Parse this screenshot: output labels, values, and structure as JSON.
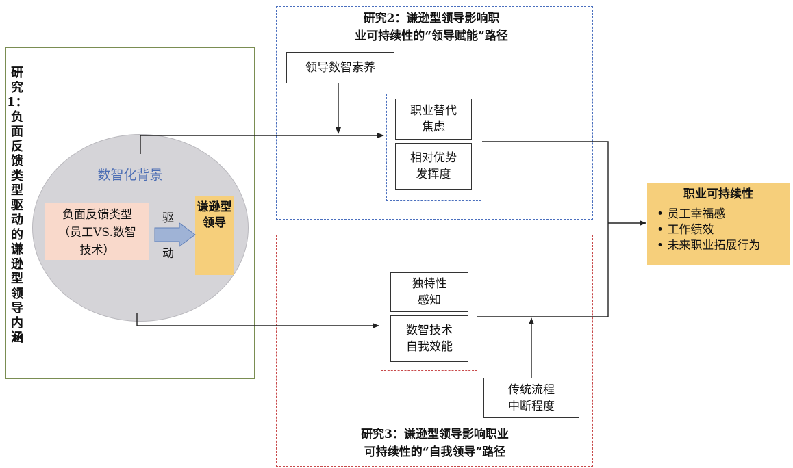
{
  "study1": {
    "label": "研究1：负面反馈类型驱动的谦逊型领导内涵",
    "background_title": "数智化背景",
    "feedback_type_lines": [
      "负面反馈类型",
      "（员工VS.数智",
      "技术）"
    ],
    "drive_chars": [
      "驱",
      "动"
    ],
    "humble_leadership": "谦逊型领导"
  },
  "study2": {
    "title_lines": [
      "研究2：谦逊型领导影响职",
      "业可持续性的“领导赋能”路径"
    ],
    "moderator": "领导数智素养",
    "mediator1_lines": [
      "职业替代",
      "焦虑"
    ],
    "mediator2_lines": [
      "相对优势",
      "发挥度"
    ]
  },
  "study3": {
    "title_lines": [
      "研究3：谦逊型领导影响职业",
      "可持续性的“自我领导”路径"
    ],
    "mediator1_lines": [
      "独特性",
      "感知"
    ],
    "mediator2_lines": [
      "数智技术",
      "自我效能"
    ],
    "moderator_lines": [
      "传统流程",
      "中断程度"
    ]
  },
  "outcome": {
    "title": "职业可持续性",
    "items": [
      "员工幸福感",
      "工作绩效",
      "未来职业拓展行为"
    ],
    "bullet": "•"
  },
  "colors": {
    "study1_border": "#7a8d52",
    "study2_border": "#4a6fbe",
    "study3_border": "#c8494a",
    "highlight_orange": "#f6cf7b",
    "highlight_pink": "#f9d9cb",
    "ellipse_fill": "#d5d4d8",
    "background_title": "#4a6cb3",
    "drive_arrow": "#9fb3d6"
  }
}
